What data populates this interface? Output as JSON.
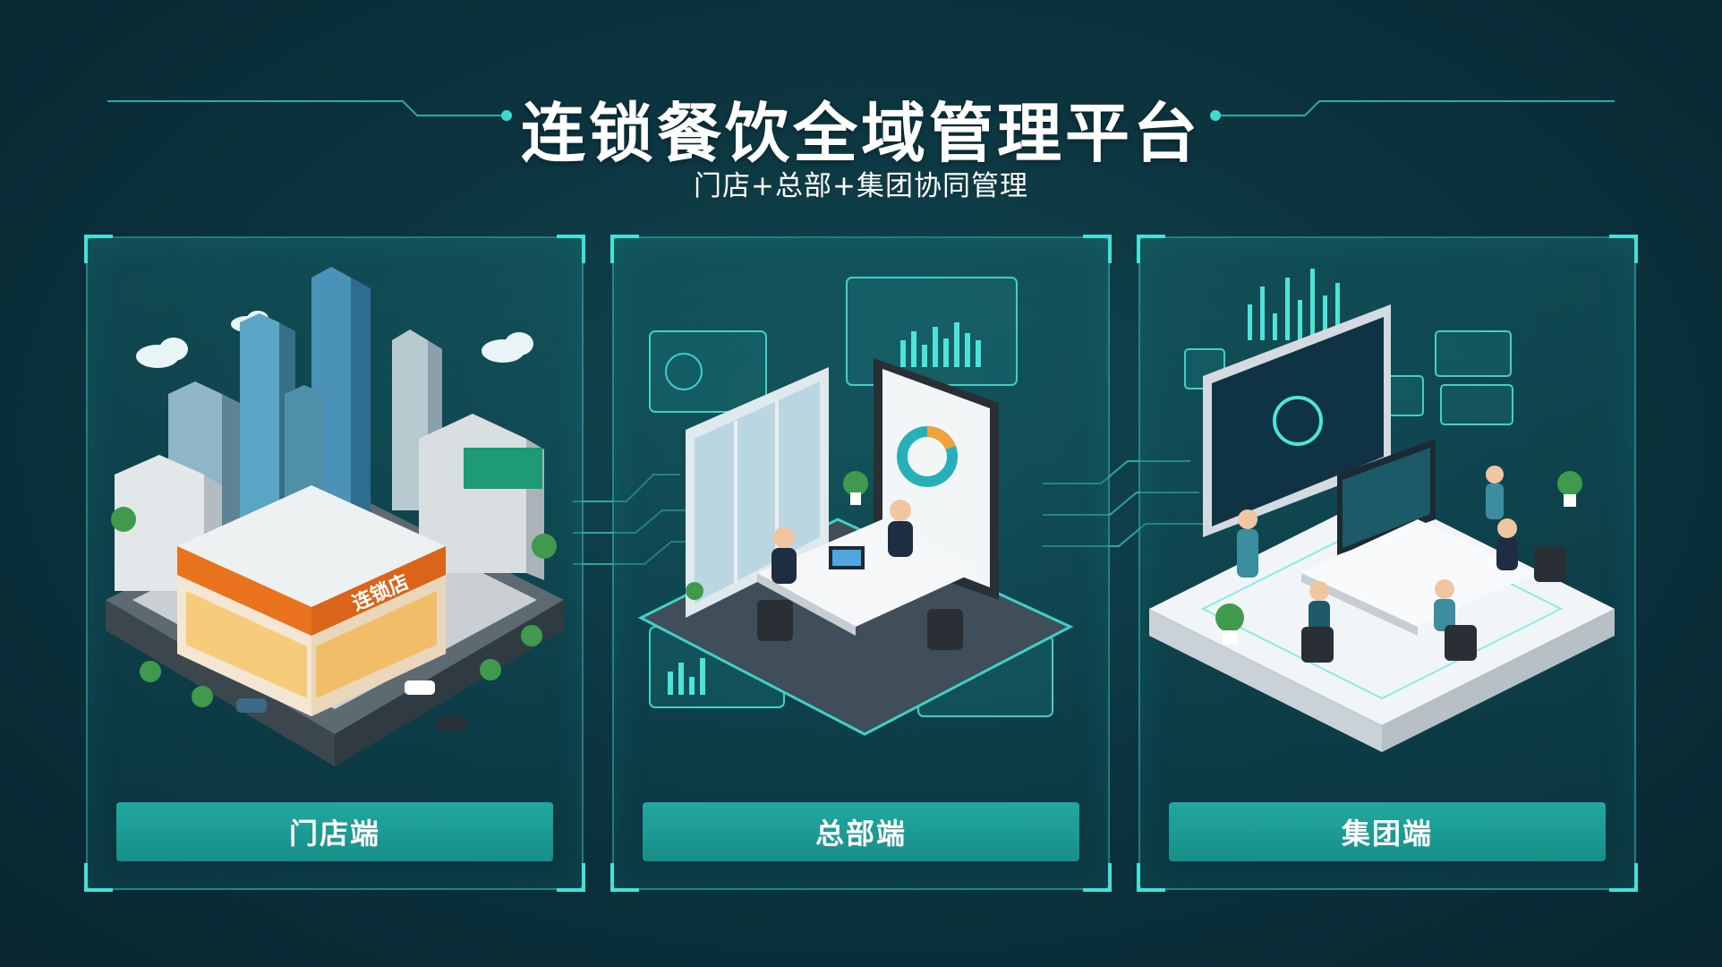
{
  "title": "连锁餐饮全域管理平台",
  "subtitle": "门店+总部+集团协同管理",
  "panels": [
    {
      "label": "门店端",
      "sign": "连锁店",
      "icon": "storefront-illustration"
    },
    {
      "label": "总部端",
      "icon": "office-illustration"
    },
    {
      "label": "集团端",
      "icon": "group-meeting-illustration"
    }
  ],
  "colors": {
    "accent": "#22a8a0",
    "glow": "#46e0d8",
    "store_orange": "#e8731c"
  }
}
